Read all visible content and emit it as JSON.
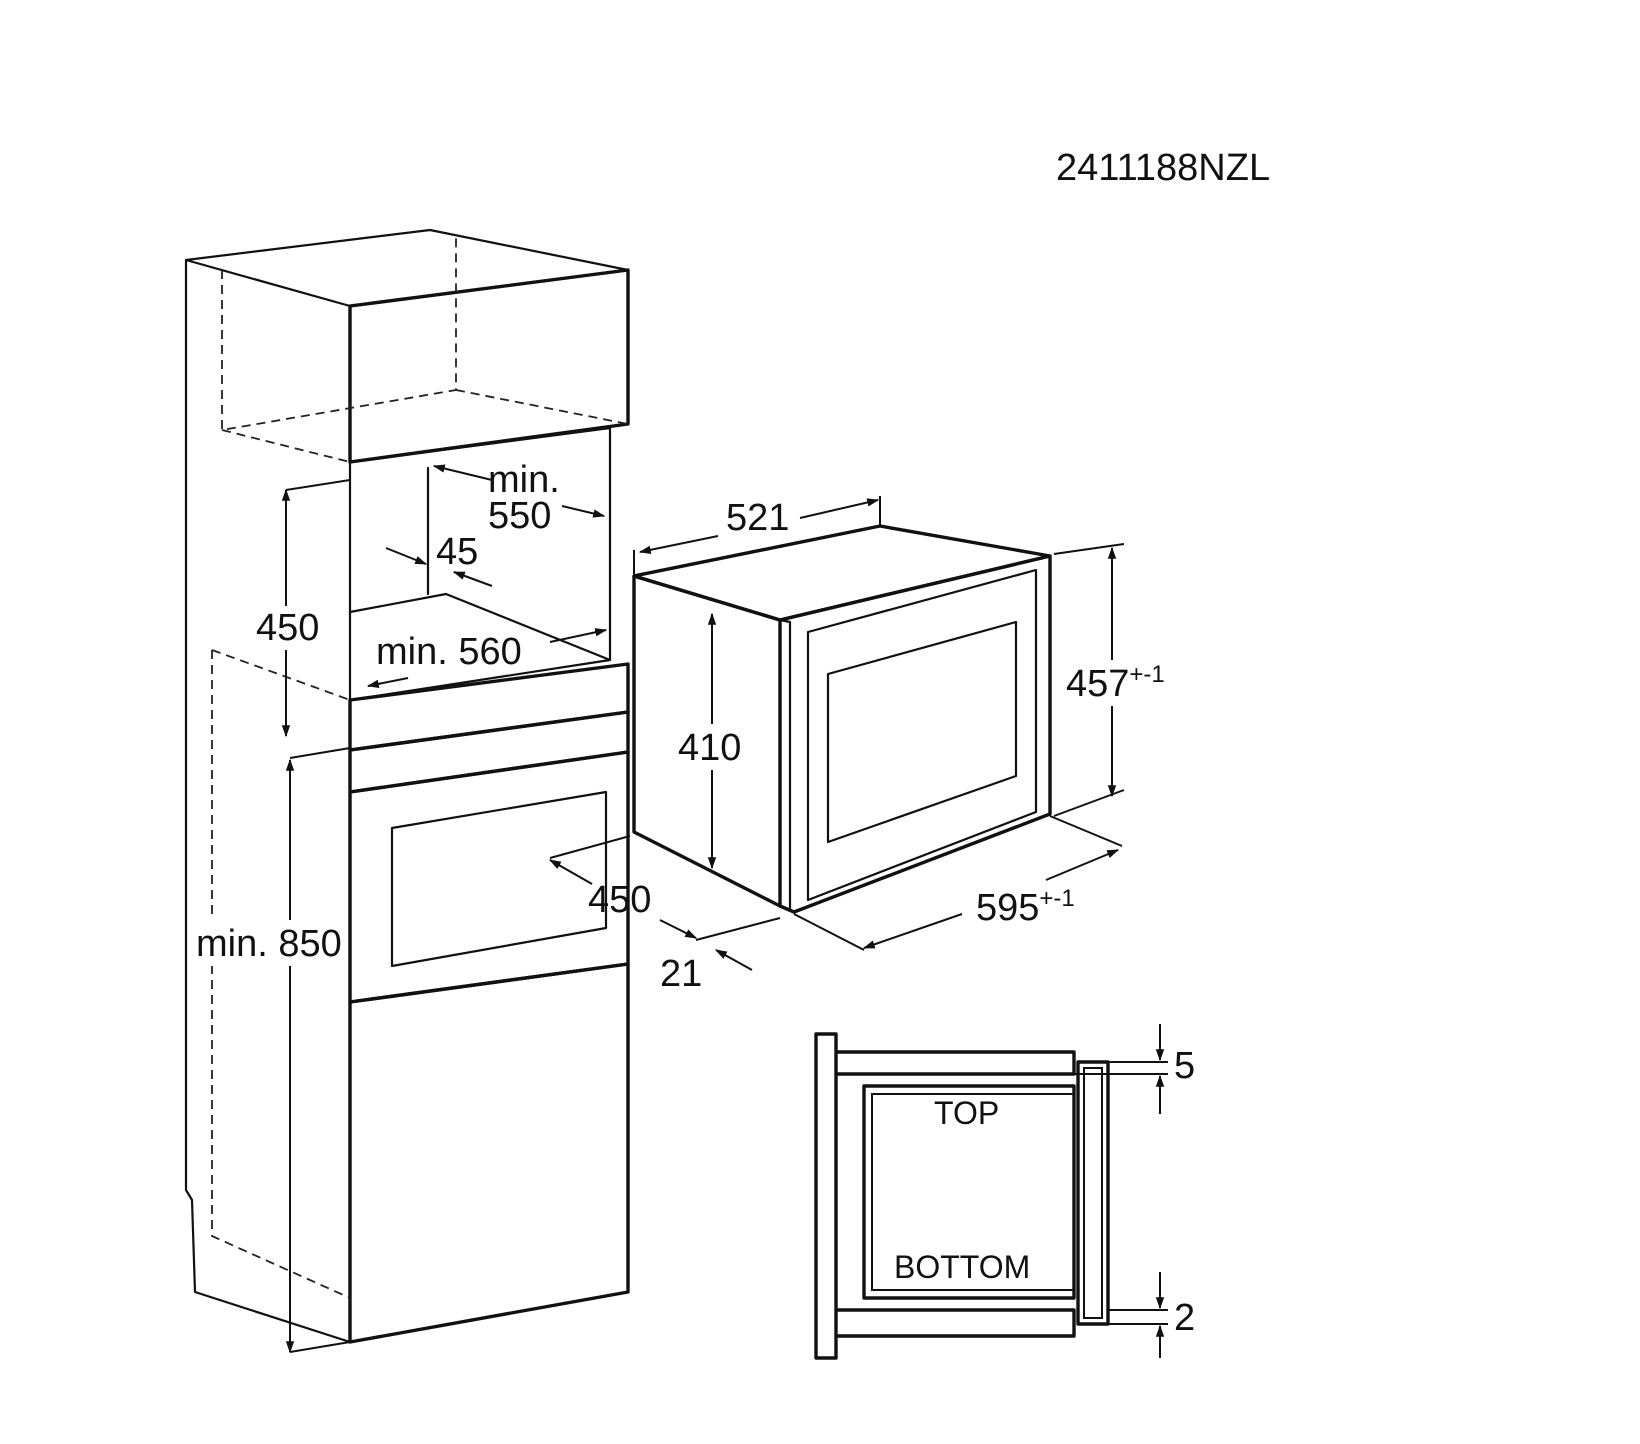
{
  "model_code": "2411188NZL",
  "labels": {
    "cabinet_min": "min.",
    "cabinet_550": "550",
    "cabinet_45": "45",
    "cabinet_450_height": "450",
    "cabinet_min_560": "min. 560",
    "cabinet_min_850": "min. 850",
    "cabinet_450_depth": "450",
    "gap_21": "21",
    "appliance_521": "521",
    "appliance_410": "410",
    "appliance_457": "457",
    "appliance_457_tol": "+-1",
    "appliance_595": "595",
    "appliance_595_tol": "+-1",
    "section_top": "TOP",
    "section_bottom": "BOTTOM",
    "section_5": "5",
    "section_2": "2"
  },
  "colors": {
    "line": "#111111",
    "background": "#ffffff"
  }
}
